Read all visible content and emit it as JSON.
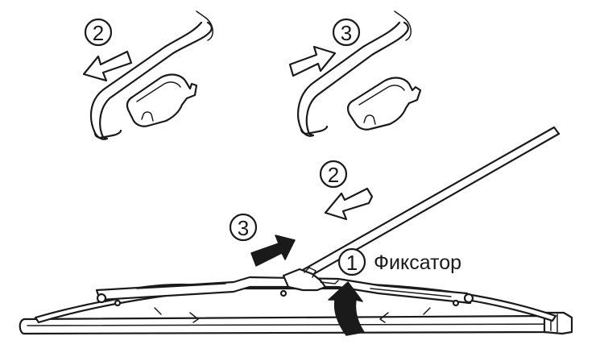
{
  "steps": {
    "release_latch": "1",
    "push_arm_down": "2",
    "pull_blade_off": "3"
  },
  "labels": {
    "latch": "Фиксатор"
  }
}
